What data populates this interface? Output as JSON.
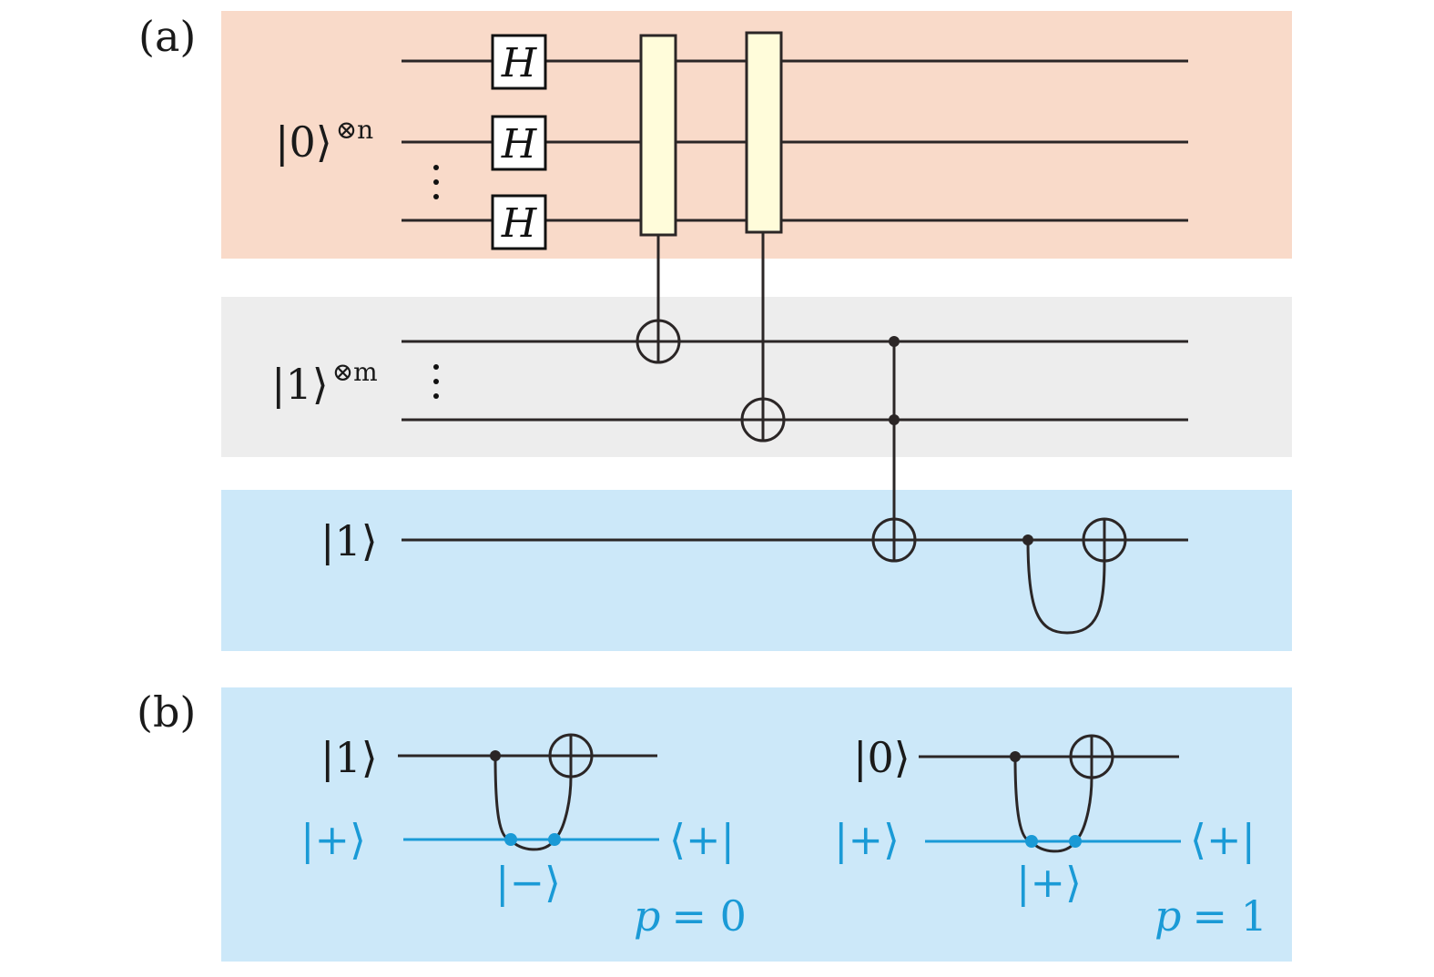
{
  "colors": {
    "input_register_bg": "#f9dac9",
    "output_register_bg": "#ededed",
    "ancilla_bg": "#cce8f9",
    "oracle_gate_fill": "#fffcda",
    "wire": "#2b2626",
    "blue_wire": "#1a9ad6"
  },
  "panel_a": {
    "label": "(a)",
    "input_register": {
      "ket": "|0⟩",
      "superscript": "⊗n",
      "gate_label": "H"
    },
    "output_register": {
      "ket": "|1⟩",
      "superscript": "⊗m"
    },
    "ancilla": {
      "ket": "|1⟩"
    }
  },
  "panel_b": {
    "label": "(b)",
    "left": {
      "top_ket": "|1⟩",
      "bottom_ket": "|+⟩",
      "bottom_bra": "⟨+|",
      "loop_state": "|−⟩",
      "parity_symbol": "p",
      "parity_eq": "= 0"
    },
    "right": {
      "top_ket": "|0⟩",
      "bottom_ket": "|+⟩",
      "bottom_bra": "⟨+|",
      "loop_state": "|+⟩",
      "parity_symbol": "p",
      "parity_eq": "= 1"
    }
  }
}
